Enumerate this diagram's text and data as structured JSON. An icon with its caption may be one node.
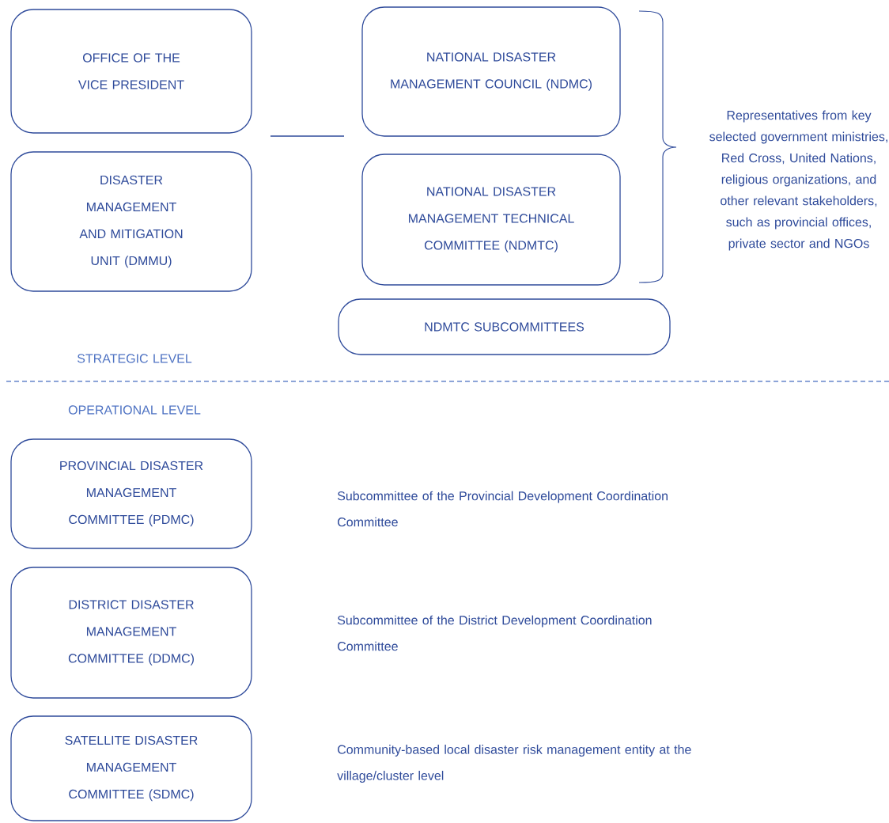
{
  "diagram": {
    "nodes": [
      {
        "text": [
          "OFFICE OF THE VICE PRESIDENT"
        ]
      },
      {
        "text": [
          "NATIONAL DISASTER MANAGEMENT COUNCIL (NDMC)"
        ]
      },
      {
        "text": [
          "DISASTER MANAGEMENT AND MITIGATION UNIT (DMMU)"
        ]
      },
      {
        "text": [
          "NATIONAL DISASTER MANAGEMENT TECHNICAL COMMITTEE (NDMTC)"
        ]
      },
      {
        "text": [
          "NDMTC SUBCOMMITTEES"
        ]
      },
      {
        "text": [
          "PROVINCIAL DISASTER MANAGEMENT COMMITTEE (PDMC)"
        ]
      },
      {
        "text": [
          "DISTRICT DISASTER MANAGEMENT COMMITTEE (DDMC)"
        ]
      },
      {
        "text": [
          "SATELLITE DISASTER MANAGEMENT COMMITTEE (SDMC)"
        ]
      }
    ],
    "labels": [
      "Representatives from key selected government ministries, Red Cross, United Nations, religious organizations, and other relevant stakeholders, such as provincial offices, private sector and NGOs",
      "STRATEGIC LEVEL",
      "OPERATIONAL LEVEL",
      "Subcommittee of the Provincial Development Coordination Committee",
      "Subcommittee of the District Development Coordination Committee",
      "Community-based local disaster risk management entity at the village/cluster level"
    ]
  }
}
